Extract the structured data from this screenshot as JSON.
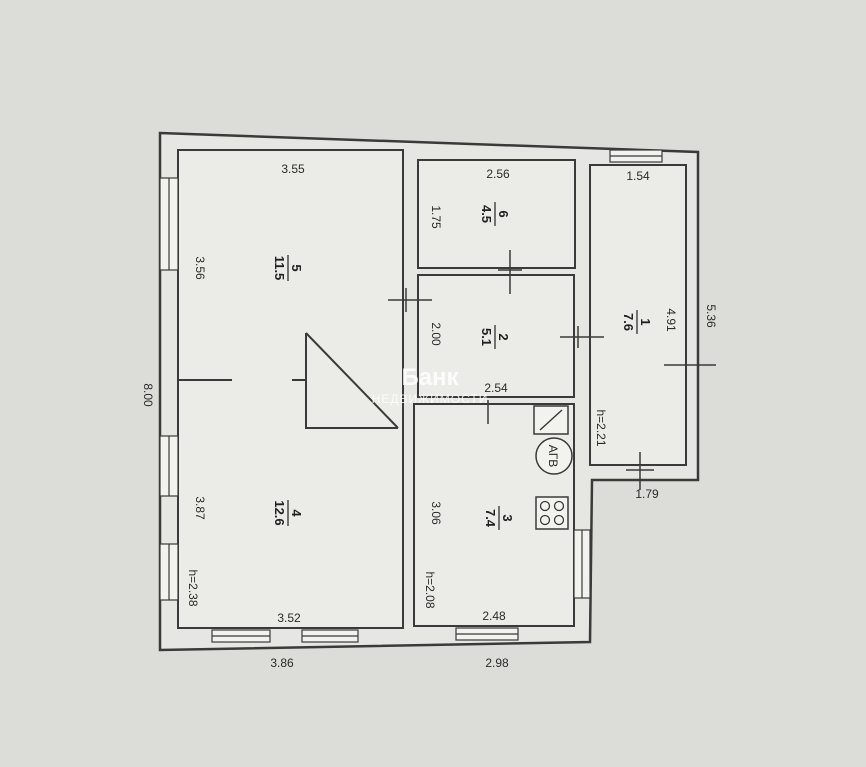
{
  "rooms": [
    {
      "id": "5",
      "area": "11.5"
    },
    {
      "id": "4",
      "area": "12.6"
    },
    {
      "id": "6",
      "area": "4.5"
    },
    {
      "id": "2",
      "area": "5.1"
    },
    {
      "id": "3",
      "area": "7.4"
    },
    {
      "id": "1",
      "area": "7.6"
    }
  ],
  "dimensions": {
    "r5_width": "3.55",
    "r5_depth": "3.56",
    "r4_depth": "3.87",
    "r4_width": "3.52",
    "r6_width": "2.56",
    "r6_depth": "1.75",
    "r2_depth": "2.00",
    "r2_width": "2.54",
    "r3_depth": "3.06",
    "r3_width": "2.48",
    "r1_width": "1.54",
    "r1_depth": "4.91",
    "r1_bottom": "1.79",
    "total_height": "8.00",
    "outer_right": "5.36",
    "outer_bottom_left": "3.86",
    "outer_bottom_right": "2.98"
  },
  "heights": {
    "r4": "h=2.38",
    "r3": "h=2.08",
    "r1": "h=2.21"
  },
  "labels": {
    "boiler": "АГВ"
  },
  "watermark": {
    "line1": "Банк",
    "line2": "НЕДВИЖИМОСТИ"
  },
  "colors": {
    "line": "#3a3a3a",
    "paper": "#dcdcd8"
  }
}
